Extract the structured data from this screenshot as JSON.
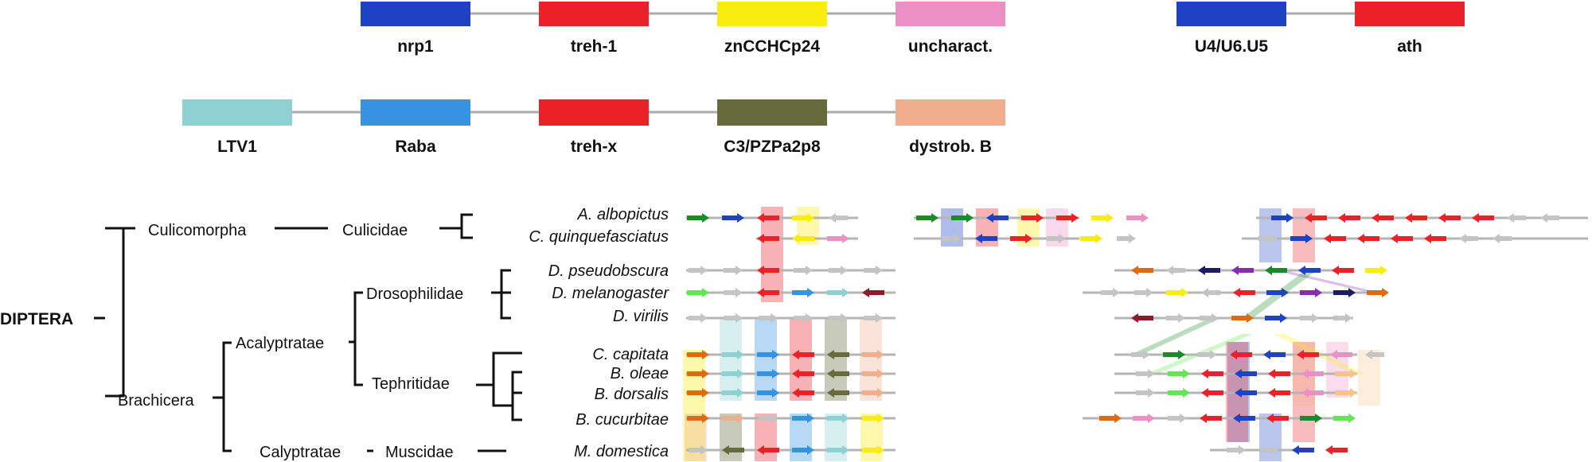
{
  "legend": {
    "row1": [
      "nrp1",
      "treh-1",
      "znCCHCp24",
      "uncharact."
    ],
    "row1_colors": [
      "#1d43c3",
      "#ec2027",
      "#f9ec0f",
      "#eb8fc5"
    ],
    "row2": [
      "U4/U6.U5",
      "ath"
    ],
    "row2_colors": [
      "#1d43c3",
      "#ec2027"
    ],
    "row3": [
      "LTV1",
      "Raba",
      "treh-x",
      "C3/PZPa2p8",
      "dystrob. B"
    ],
    "row3_colors": [
      "#8fd1d2",
      "#3593e2",
      "#ec2027",
      "#656b3a",
      "#f0ae8f"
    ]
  },
  "tree": {
    "root": "DIPTERA",
    "culicomorpha": "Culicomorpha",
    "culicidae": "Culicidae",
    "brachicera": "Brachicera",
    "acalyptratae": "Acalyptratae",
    "drosophilidae": "Drosophilidae",
    "tephritidae": "Tephritidae",
    "calyptratae": "Calyptratae",
    "muscidae": "Muscidae"
  },
  "species": [
    "A. albopictus",
    "C. quinquefasciatus",
    "D. pseudobscura",
    "D. melanogaster",
    "D. virilis",
    "C. capitata",
    "B. oleae",
    "B. dorsalis",
    "B. cucurbitae",
    "M. domestica"
  ],
  "colors": {
    "grey": "#c4c4c4",
    "green": "#1b8a2a",
    "lime": "#5fe84f",
    "blue": "#1d43c3",
    "red": "#ec2027",
    "yellow": "#f9ec0f",
    "pink": "#eb8fc5",
    "orange": "#e06a10",
    "darkred": "#8f1a2a",
    "navy": "#1f1a66",
    "purple": "#8a2cb0",
    "teal": "#8fd1d2",
    "azure": "#3593e2",
    "olive": "#656b3a",
    "salmon": "#f0ae8f",
    "peach": "#f6c38a"
  },
  "panel1": {
    "tracks": [
      {
        "genes": [
          [
            "green",
            "R"
          ],
          [
            "blue",
            "R"
          ],
          [
            "red",
            "L"
          ],
          [
            "yellow",
            "R"
          ],
          [
            "grey",
            "L"
          ]
        ]
      },
      {
        "genes": [
          [
            "red",
            "L"
          ],
          [
            "yellow",
            "L"
          ],
          [
            "pink",
            "R"
          ]
        ]
      },
      {
        "genes": [
          [
            "grey",
            "R"
          ],
          [
            "grey",
            "R"
          ],
          [
            "red",
            "L"
          ],
          [
            "grey",
            "R"
          ],
          [
            "grey",
            "R"
          ],
          [
            "grey",
            "R"
          ]
        ]
      },
      {
        "genes": [
          [
            "lime",
            "R"
          ],
          [
            "grey",
            "R"
          ],
          [
            "red",
            "L"
          ],
          [
            "azure",
            "R"
          ],
          [
            "teal",
            "R"
          ],
          [
            "darkred",
            "L"
          ]
        ]
      },
      {
        "genes": [
          [
            "grey",
            "R"
          ],
          [
            "grey",
            "R"
          ],
          [
            "grey",
            "R"
          ],
          [
            "grey",
            "R"
          ],
          [
            "grey",
            "R"
          ],
          [
            "grey",
            "R"
          ]
        ]
      },
      {
        "genes": [
          [
            "orange",
            "R"
          ],
          [
            "teal",
            "R"
          ],
          [
            "azure",
            "R"
          ],
          [
            "red",
            "L"
          ],
          [
            "olive",
            "L"
          ],
          [
            "salmon",
            "R"
          ]
        ]
      },
      {
        "genes": [
          [
            "orange",
            "R"
          ],
          [
            "teal",
            "R"
          ],
          [
            "azure",
            "R"
          ],
          [
            "red",
            "L"
          ],
          [
            "olive",
            "L"
          ],
          [
            "salmon",
            "R"
          ]
        ]
      },
      {
        "genes": [
          [
            "orange",
            "R"
          ],
          [
            "teal",
            "R"
          ],
          [
            "azure",
            "R"
          ],
          [
            "red",
            "L"
          ],
          [
            "olive",
            "L"
          ],
          [
            "salmon",
            "R"
          ]
        ]
      },
      {
        "genes": [
          [
            "orange",
            "R"
          ],
          [
            "salmon",
            "R"
          ],
          [
            "grey",
            "R"
          ],
          [
            "azure",
            "R"
          ],
          [
            "teal",
            "R"
          ],
          [
            "yellow",
            "R"
          ]
        ]
      },
      {
        "genes": [
          [
            "grey",
            "R"
          ],
          [
            "olive",
            "L"
          ],
          [
            "red",
            "L"
          ],
          [
            "azure",
            "R"
          ],
          [
            "teal",
            "R"
          ],
          [
            "yellow",
            "R"
          ]
        ]
      }
    ]
  },
  "panel2": {
    "tracks": [
      {
        "genes": [
          [
            "green",
            "R"
          ],
          [
            "green",
            "R"
          ],
          [
            "blue",
            "L"
          ],
          [
            "red",
            "R"
          ],
          [
            "red",
            "R"
          ],
          [
            "yellow",
            "R"
          ],
          [
            "pink",
            "R"
          ]
        ]
      },
      {
        "genes": [
          [
            "grey",
            "R"
          ],
          [
            "blue",
            "L"
          ],
          [
            "red",
            "R"
          ],
          [
            "grey",
            "R"
          ],
          [
            "yellow",
            "R"
          ],
          [
            "grey",
            "R"
          ]
        ]
      }
    ]
  },
  "panel3": {
    "tracks": [
      {
        "genes": [
          [
            "blue",
            "R"
          ],
          [
            "red",
            "L"
          ],
          [
            "red",
            "L"
          ],
          [
            "red",
            "L"
          ],
          [
            "red",
            "L"
          ],
          [
            "red",
            "L"
          ],
          [
            "red",
            "L"
          ],
          [
            "grey",
            "L"
          ],
          [
            "grey",
            "L"
          ]
        ]
      },
      {
        "genes": [
          [
            "grey",
            "R"
          ],
          [
            "blue",
            "R"
          ],
          [
            "red",
            "L"
          ],
          [
            "red",
            "L"
          ],
          [
            "red",
            "L"
          ],
          [
            "red",
            "L"
          ],
          [
            "grey",
            "L"
          ],
          [
            "grey",
            "L"
          ]
        ]
      },
      {
        "genes": [
          [
            "orange",
            "L"
          ],
          [
            "grey",
            "L"
          ],
          [
            "navy",
            "L"
          ],
          [
            "purple",
            "L"
          ],
          [
            "green",
            "L"
          ],
          [
            "blue",
            "L"
          ],
          [
            "red",
            "L"
          ],
          [
            "yellow",
            "R"
          ]
        ]
      },
      {
        "genes": [
          [
            "grey",
            "R"
          ],
          [
            "grey",
            "R"
          ],
          [
            "yellow",
            "R"
          ],
          [
            "grey",
            "L"
          ],
          [
            "red",
            "L"
          ],
          [
            "blue",
            "R"
          ],
          [
            "purple",
            "R"
          ],
          [
            "navy",
            "R"
          ],
          [
            "orange",
            "R"
          ]
        ]
      },
      {
        "genes": [
          [
            "darkred",
            "L"
          ],
          [
            "grey",
            "R"
          ],
          [
            "grey",
            "R"
          ],
          [
            "orange",
            "R"
          ],
          [
            "blue",
            "R"
          ],
          [
            "grey",
            "R"
          ],
          [
            "grey",
            "R"
          ]
        ]
      },
      {
        "genes": [
          [
            "grey",
            "R"
          ],
          [
            "green",
            "R"
          ],
          [
            "grey",
            "R"
          ],
          [
            "red",
            "L"
          ],
          [
            "blue",
            "L"
          ],
          [
            "red",
            "L"
          ],
          [
            "pink",
            "L"
          ],
          [
            "grey",
            "L"
          ]
        ]
      },
      {
        "genes": [
          [
            "grey",
            "R"
          ],
          [
            "lime",
            "R"
          ],
          [
            "red",
            "L"
          ],
          [
            "blue",
            "L"
          ],
          [
            "red",
            "L"
          ],
          [
            "pink",
            "L"
          ],
          [
            "peach",
            "R"
          ]
        ]
      },
      {
        "genes": [
          [
            "grey",
            "R"
          ],
          [
            "lime",
            "R"
          ],
          [
            "red",
            "L"
          ],
          [
            "blue",
            "L"
          ],
          [
            "red",
            "L"
          ],
          [
            "pink",
            "L"
          ],
          [
            "peach",
            "R"
          ]
        ]
      },
      {
        "genes": [
          [
            "orange",
            "R"
          ],
          [
            "pink",
            "R"
          ],
          [
            "grey",
            "R"
          ],
          [
            "red",
            "L"
          ],
          [
            "blue",
            "L"
          ],
          [
            "red",
            "L"
          ],
          [
            "green",
            "R"
          ],
          [
            "lime",
            "R"
          ]
        ]
      },
      {
        "genes": [
          [
            "grey",
            "R"
          ],
          [
            "grey",
            "R"
          ],
          [
            "blue",
            "L"
          ],
          [
            "red",
            "L"
          ]
        ]
      }
    ]
  }
}
